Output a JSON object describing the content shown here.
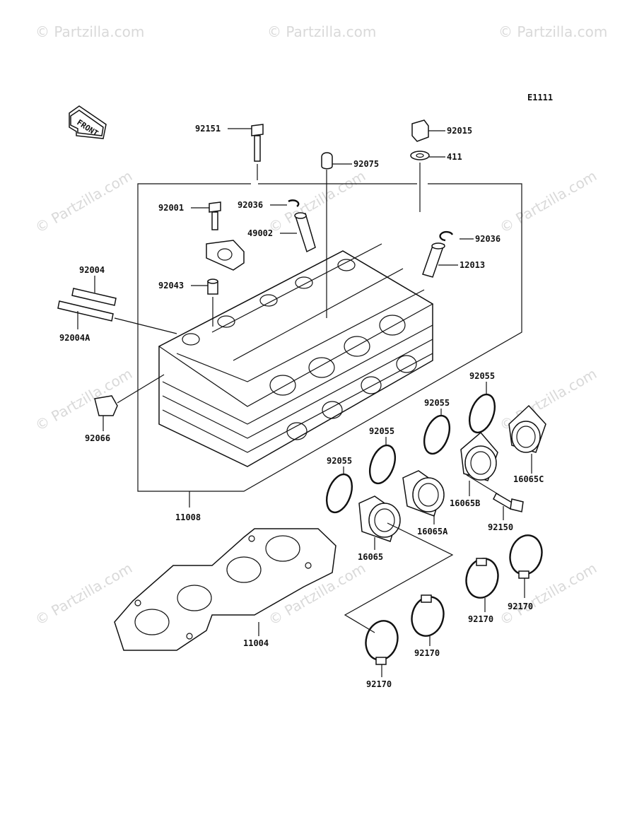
{
  "diagram": {
    "code": "E1111",
    "front_label": "FRONT",
    "watermark": "© Partzilla.com",
    "labels": {
      "p92151": "92151",
      "p92015": "92015",
      "p92075": "92075",
      "p411": "411",
      "p92001": "92001",
      "p92036a": "92036",
      "p49002": "49002",
      "p92036b": "92036",
      "p12013": "12013",
      "p92004": "92004",
      "p92043": "92043",
      "p92004A": "92004A",
      "p92066": "92066",
      "p92055a": "92055",
      "p92055b": "92055",
      "p92055c": "92055",
      "p92055d": "92055",
      "p16065C": "16065C",
      "p16065B": "16065B",
      "p16065A": "16065A",
      "p16065": "16065",
      "p92150": "92150",
      "p11008": "11008",
      "p11004": "11004",
      "p92170a": "92170",
      "p92170b": "92170",
      "p92170c": "92170",
      "p92170d": "92170"
    }
  }
}
